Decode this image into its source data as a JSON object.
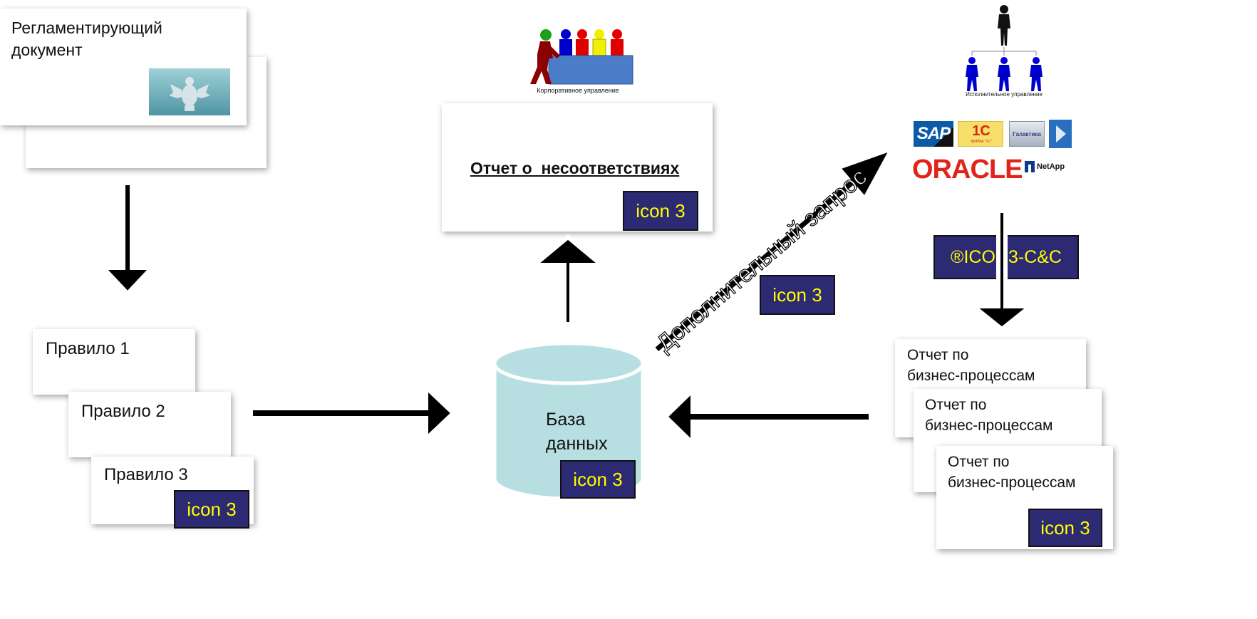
{
  "regulatory_doc": {
    "text": "Регламентирующий\n документ"
  },
  "rules": [
    "Правило 1",
    "Правило 2",
    "Правило 3"
  ],
  "report_nc": {
    "title": "Отчет о  несоответствиях"
  },
  "database": {
    "label": "База\nданных"
  },
  "additional_request": {
    "label": "Дополнительный запрос"
  },
  "bp_reports": [
    "Отчет по\nбизнес-процессам",
    "Отчет по\nбизнес-процессам",
    "Отчет по\nбизнес-процессам"
  ],
  "corporate_management": {
    "caption": "Корпоративное управление"
  },
  "executive_management": {
    "caption": "Исполнительное управление"
  },
  "logos": {
    "sap": "SAP",
    "onec": "1С",
    "onec_sub": "ФИРМА \"1С\"",
    "galaktika": "Галактика",
    "oracle": "ORACLE",
    "netapp": "NetApp"
  },
  "icon_badge": "icon 3",
  "cc_badge": "®ICON3-C&C",
  "colors": {
    "badge_bg": "#2b2a72",
    "badge_text": "#ffff00",
    "database_fill": "#b7dfe2",
    "oracle_red": "#e2231a",
    "person_blue": "#0000cc"
  }
}
